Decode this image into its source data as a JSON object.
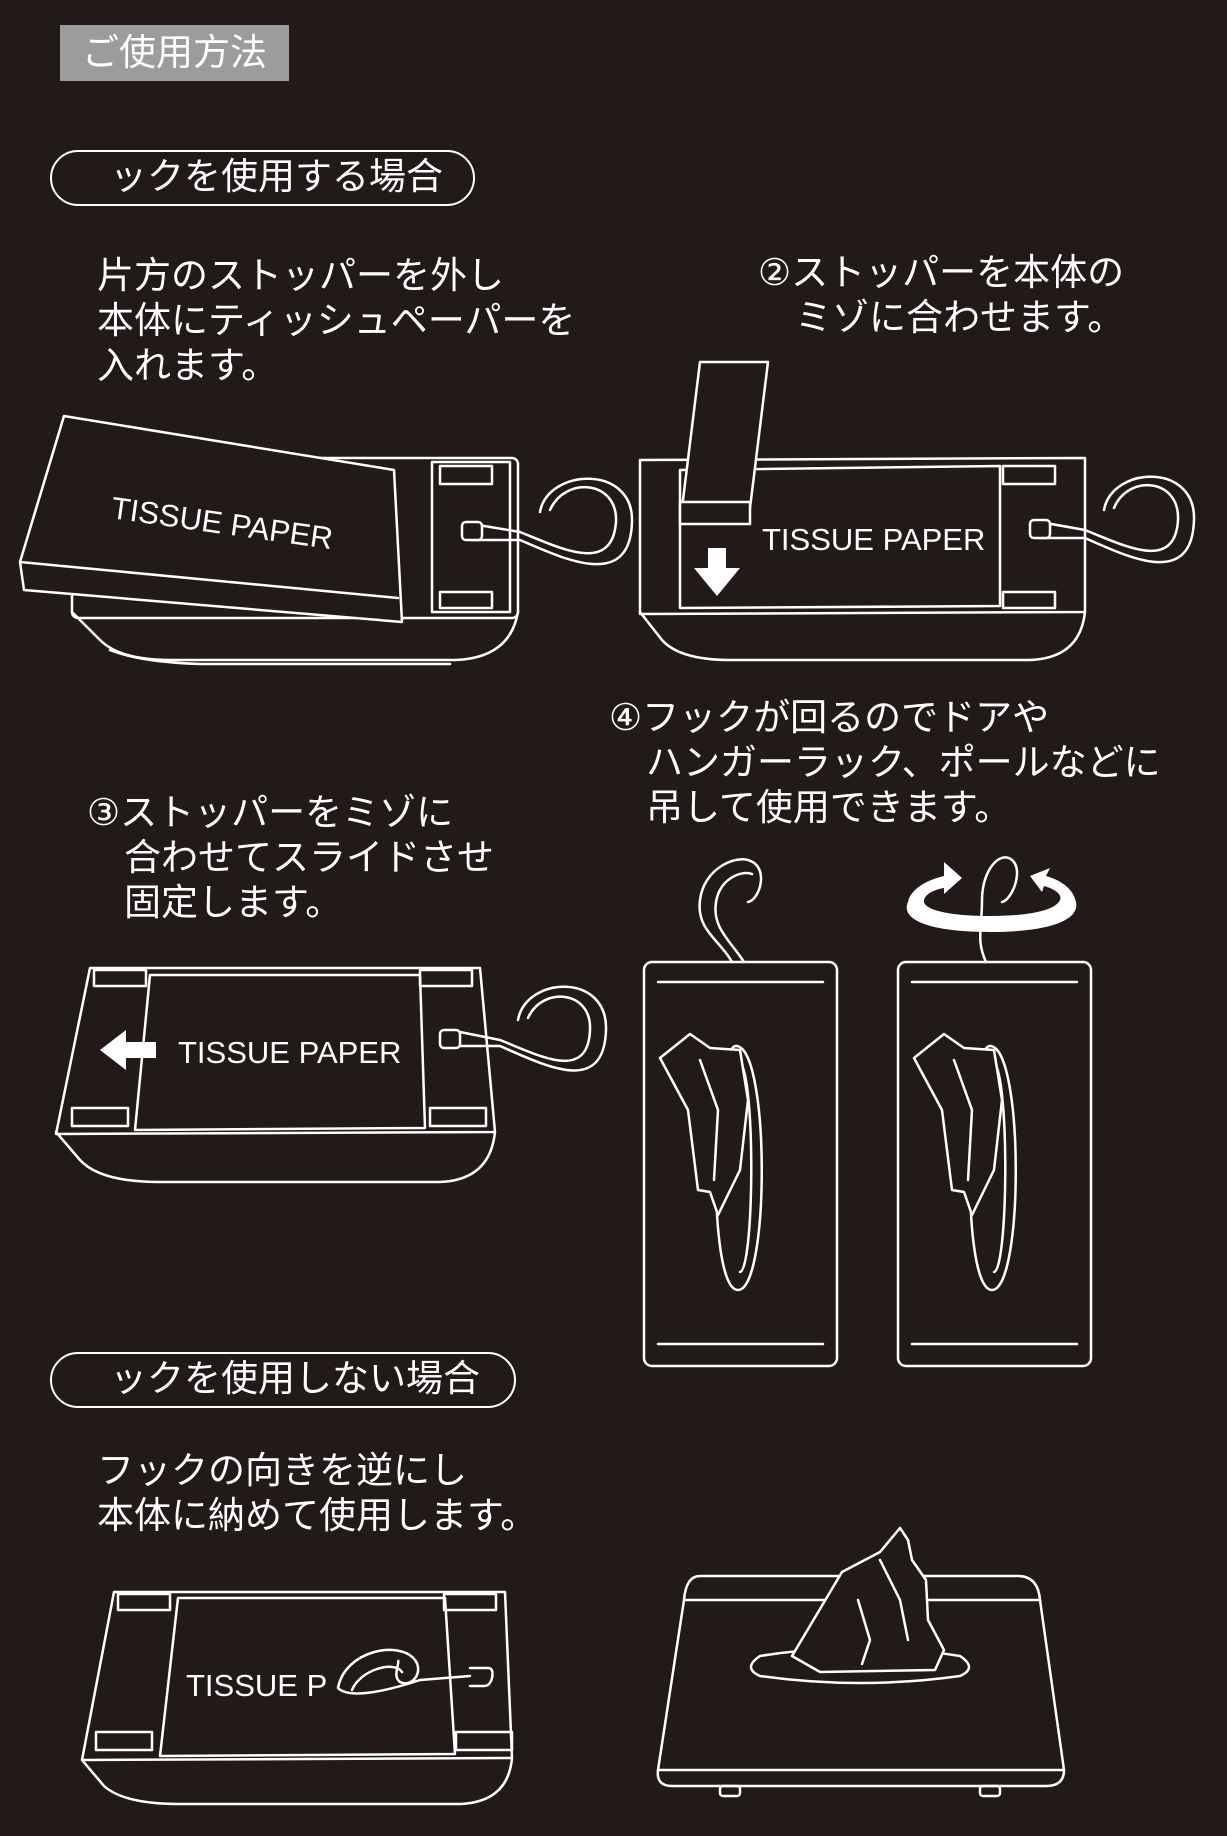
{
  "title": "ご使用方法",
  "section_with_hook": {
    "heading": "ックを使用する場合",
    "step1": "片方のストッパーを外し\n本体にティッシュペーパーを\n入れます。",
    "step2": "②ストッパーを本体の\n　ミゾに合わせます。",
    "step3": "③ストッパーをミゾに\n　合わせてスライドさせ\n　固定します。",
    "step4": "④フックが回るのでドアや\n　ハンガーラック、ポールなどに\n　吊して使用できます。"
  },
  "section_without_hook": {
    "heading": "ックを使用しない場合",
    "instruction": "フックの向きを逆にし\n本体に納めて使用します。"
  },
  "illustrations": {
    "box_label": "TISSUE PAPER",
    "box_label_partial": "TISSUE P",
    "icons": [
      "arrow-down-icon",
      "arrow-left-icon",
      "rotate-icon",
      "hook-icon"
    ]
  }
}
